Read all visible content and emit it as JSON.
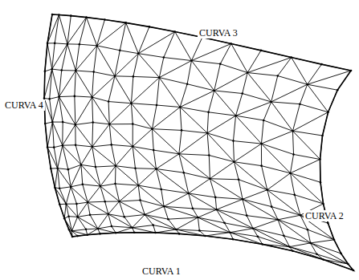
{
  "diagram": {
    "labels": [
      "CURVA 3",
      "CURVA 4",
      "CURVA 2",
      "CURVA 1"
    ]
  }
}
